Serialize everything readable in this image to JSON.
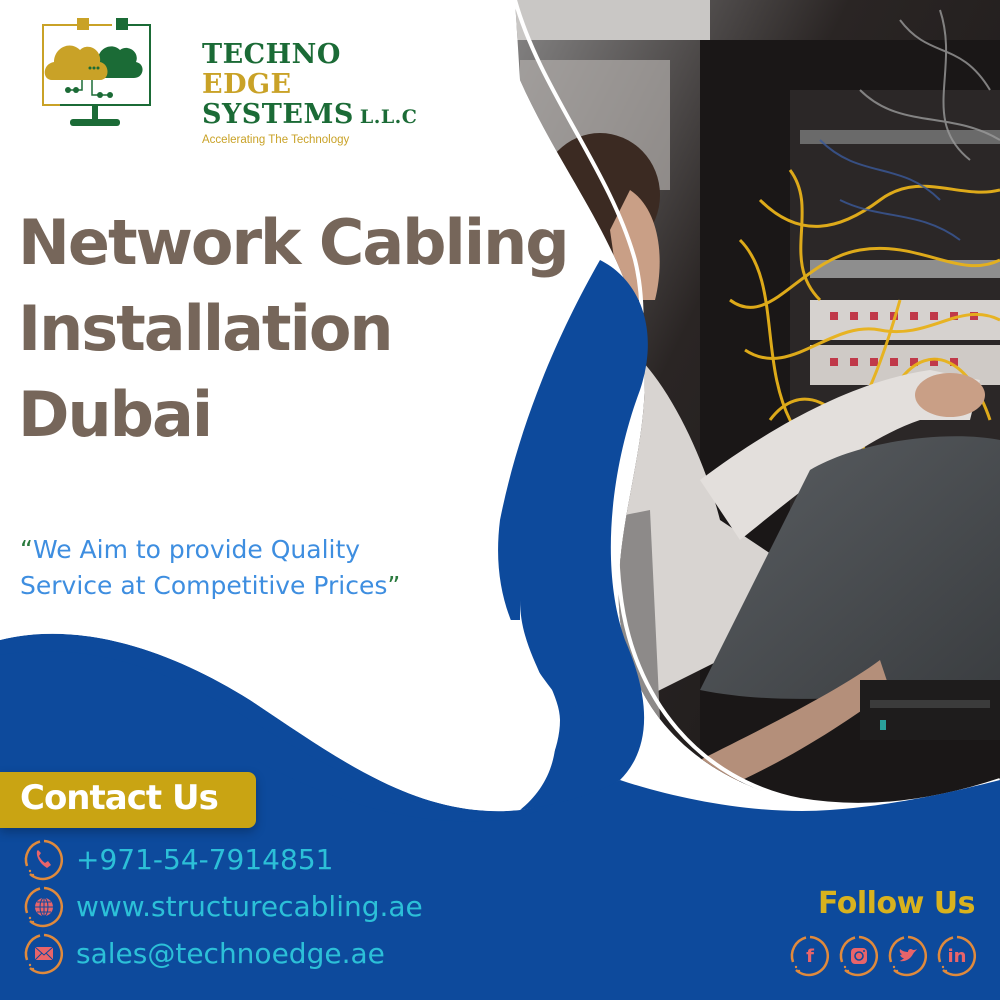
{
  "colors": {
    "brand_blue": "#0d4a9c",
    "headline_brown": "#76665a",
    "tagline_blue": "#3e8ee0",
    "gold": "#c9a413",
    "logo_green": "#1b6b36",
    "logo_gold": "#c9a227",
    "contact_cyan": "#2cc0d8",
    "icon_orange": "#e08a3c",
    "icon_pink": "#e8646a"
  },
  "logo": {
    "line1": "TECHNO",
    "line2": "EDGE",
    "line3": "SYSTEMS",
    "suffix": "L.L.C",
    "tagline": "Accelerating The  Technology",
    "icon": "cloud-monitor-icon"
  },
  "headline": {
    "lines": [
      "Network Cabling",
      "Installation",
      "Dubai"
    ]
  },
  "tagline": {
    "open_quote": "“",
    "line1": "We Aim to provide Quality",
    "line2": "Service at Competitive Prices",
    "close_quote": "”"
  },
  "photo": {
    "description": "Technician holding a laptop while connecting yellow fiber patch cables in a server rack",
    "icon": "photo-technician-server-rack"
  },
  "contact": {
    "title": "Contact Us",
    "items": [
      {
        "icon": "phone-icon",
        "text": "+971-54-7914851"
      },
      {
        "icon": "globe-icon",
        "text": "www.structurecabling.ae"
      },
      {
        "icon": "mail-icon",
        "text": "sales@technoedge.ae"
      }
    ]
  },
  "follow": {
    "title": "Follow Us",
    "networks": [
      {
        "icon": "facebook-icon",
        "glyph": "f"
      },
      {
        "icon": "instagram-icon",
        "glyph": "◎"
      },
      {
        "icon": "twitter-icon",
        "glyph": "❧"
      },
      {
        "icon": "linkedin-icon",
        "glyph": "in"
      }
    ]
  }
}
